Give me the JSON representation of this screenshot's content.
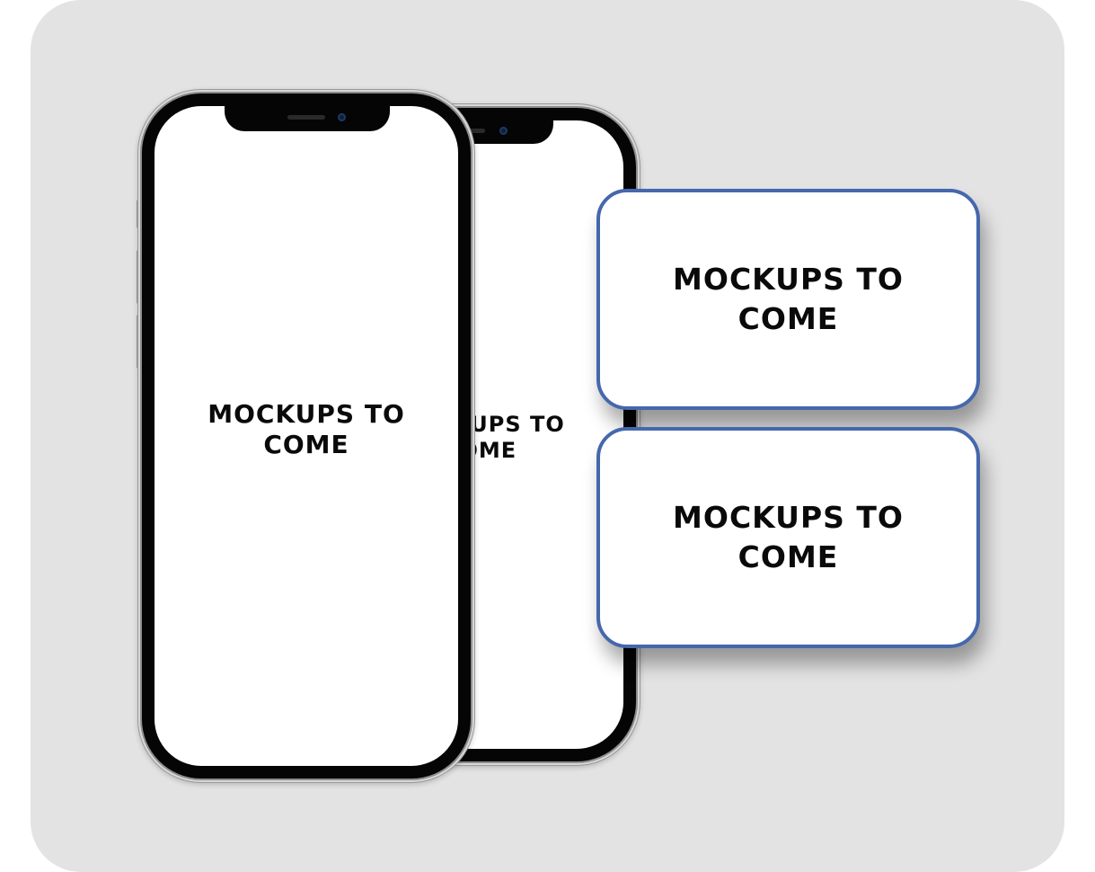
{
  "mockups": {
    "back_phone_text": "MOCKUPS TO COME",
    "front_phone_text": "MOCKUPS TO COME",
    "card_top_text": "MOCKUPS TO COME",
    "card_bottom_text": "MOCKUPS TO COME"
  },
  "colors": {
    "background": "#e3e3e3",
    "card_border": "#4567ad",
    "text": "#0a0a0a"
  }
}
